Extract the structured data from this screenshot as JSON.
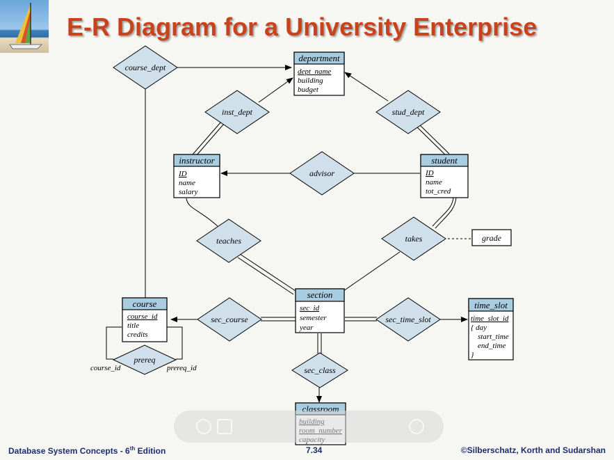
{
  "title": "E-R Diagram for a University Enterprise",
  "colors": {
    "title": "#c8421b",
    "entity_header": "#a9cde0",
    "relationship_fill": "#cfe0ea",
    "footer": "#1c2e6e"
  },
  "entities": {
    "department": {
      "name": "department",
      "attrs": [
        "dept_name",
        "building",
        "budget"
      ],
      "keys": [
        0
      ]
    },
    "instructor": {
      "name": "instructor",
      "attrs": [
        "ID",
        "name",
        "salary"
      ],
      "keys": [
        0
      ]
    },
    "student": {
      "name": "student",
      "attrs": [
        "ID",
        "name",
        "tot_cred"
      ],
      "keys": [
        0
      ]
    },
    "section": {
      "name": "section",
      "attrs": [
        "sec_id",
        "semester",
        "year"
      ],
      "keys": [
        0
      ]
    },
    "course": {
      "name": "course",
      "attrs": [
        "course_id",
        "title",
        "credits"
      ],
      "keys": [
        0
      ]
    },
    "time_slot": {
      "name": "time_slot",
      "attrs": [
        "time_slot_id",
        "{ day",
        "start_time",
        "end_time",
        "}"
      ],
      "keys": [
        0
      ]
    },
    "classroom": {
      "name": "classroom",
      "attrs": [
        "building",
        "room_number",
        "capacity"
      ],
      "keys": [
        0,
        1
      ]
    }
  },
  "relationships": {
    "course_dept": "course_dept",
    "inst_dept": "inst_dept",
    "stud_dept": "stud_dept",
    "advisor": "advisor",
    "teaches": "teaches",
    "takes": "takes",
    "sec_course": "sec_course",
    "sec_time_slot": "sec_time_slot",
    "sec_class": "sec_class",
    "prereq": "prereq"
  },
  "attributes": {
    "grade": "grade"
  },
  "role_labels": {
    "course_id": "course_id",
    "prereq_id": "prereq_id"
  },
  "footer": {
    "left_text": "Database System Concepts - 6",
    "left_sup": "th",
    "left_suffix": " Edition",
    "center": "7.34",
    "right": "©Silberschatz, Korth and Sudarshan"
  }
}
